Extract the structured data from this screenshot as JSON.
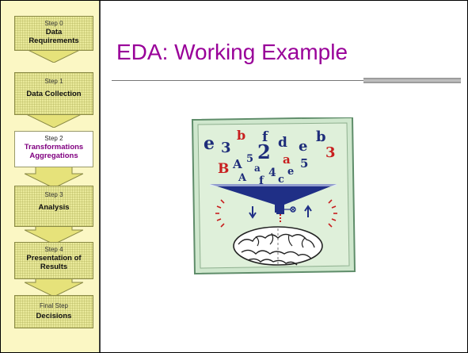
{
  "slide": {
    "title": "EDA:  Working Example",
    "title_color": "#990099"
  },
  "sidebar": {
    "steps": [
      {
        "step": "Step 0",
        "title_line1": "Data",
        "title_line2": "Requirements",
        "active": false
      },
      {
        "step": "Step 1",
        "title_line1": "Data Collection",
        "title_line2": "",
        "active": false
      },
      {
        "step": "Step 2",
        "title_line1": "Transformations",
        "title_line2": "Aggregations",
        "active": true
      },
      {
        "step": "Step 3",
        "title_line1": "Analysis",
        "title_line2": "",
        "active": false
      },
      {
        "step": "Step 4",
        "title_line1": "Presentation of",
        "title_line2": "Results",
        "active": false
      },
      {
        "step": "Final Step",
        "title_line1": "Decisions",
        "title_line2": "",
        "active": false
      }
    ],
    "box_color": "#e9e99a",
    "arrow_color": "#e6e27a"
  },
  "illustration": {
    "name": "data funnel into brain clipart",
    "letters": [
      "e",
      "3",
      "b",
      "f",
      "d",
      "e",
      "b",
      "3",
      "A",
      "5",
      "2",
      "a",
      "B",
      "A",
      "a",
      "5",
      "f",
      "4",
      "e",
      "c"
    ]
  }
}
